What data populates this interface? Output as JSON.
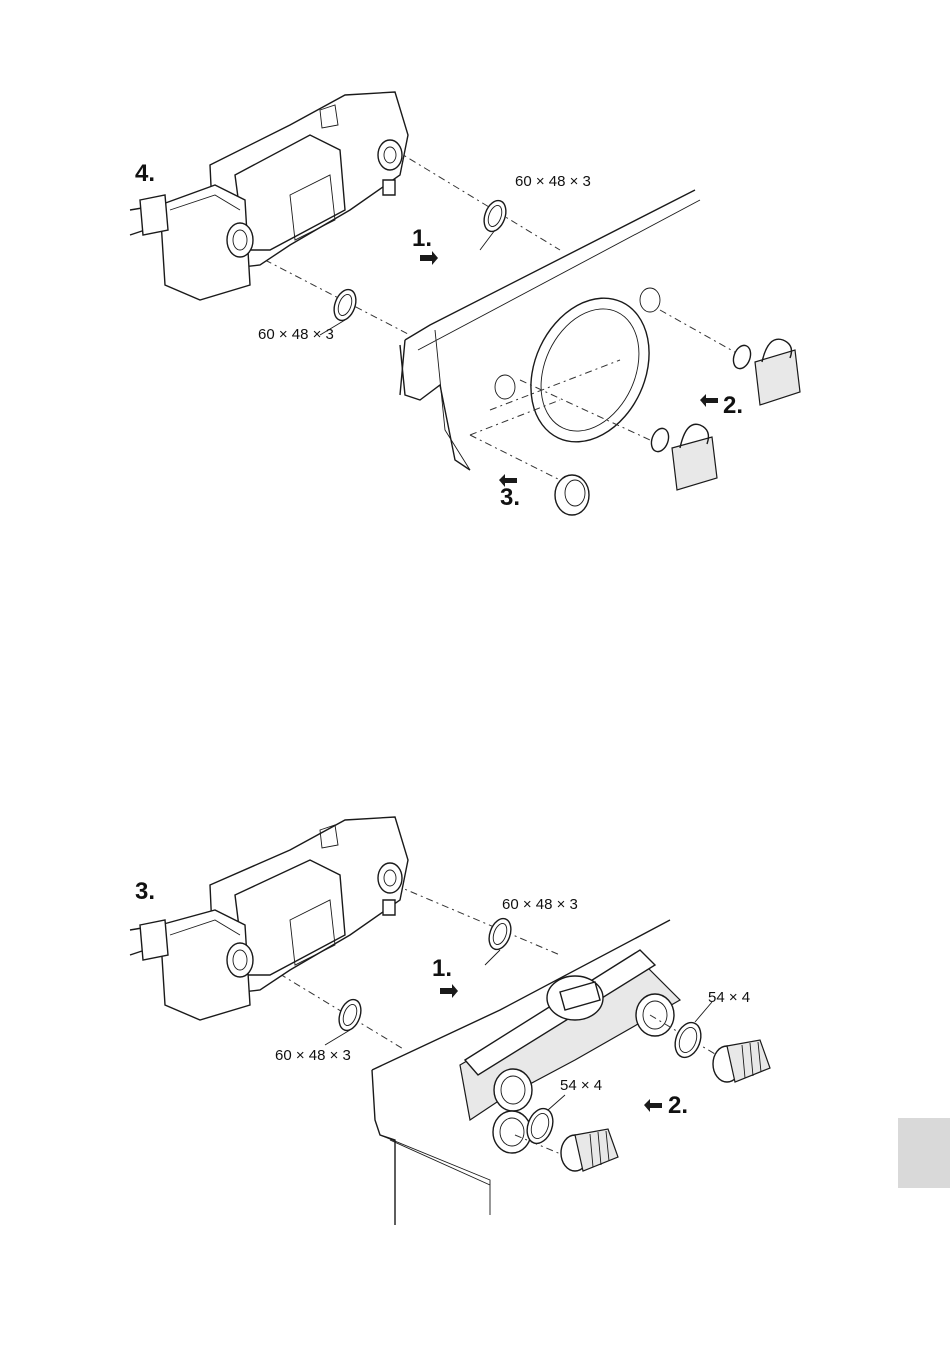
{
  "figure1": {
    "steps": [
      "1.",
      "2.",
      "3.",
      "4."
    ],
    "dimensions": [
      "60 × 48 × 3",
      "60 × 48 × 3"
    ]
  },
  "figure2": {
    "steps": [
      "1.",
      "2.",
      "3."
    ],
    "dimensions": [
      "60 × 48 × 3",
      "60 × 48 × 3",
      "54 × 4",
      "54 × 4"
    ]
  },
  "colors": {
    "tab": "#d9d9d9",
    "line": "#1a1a1a"
  }
}
